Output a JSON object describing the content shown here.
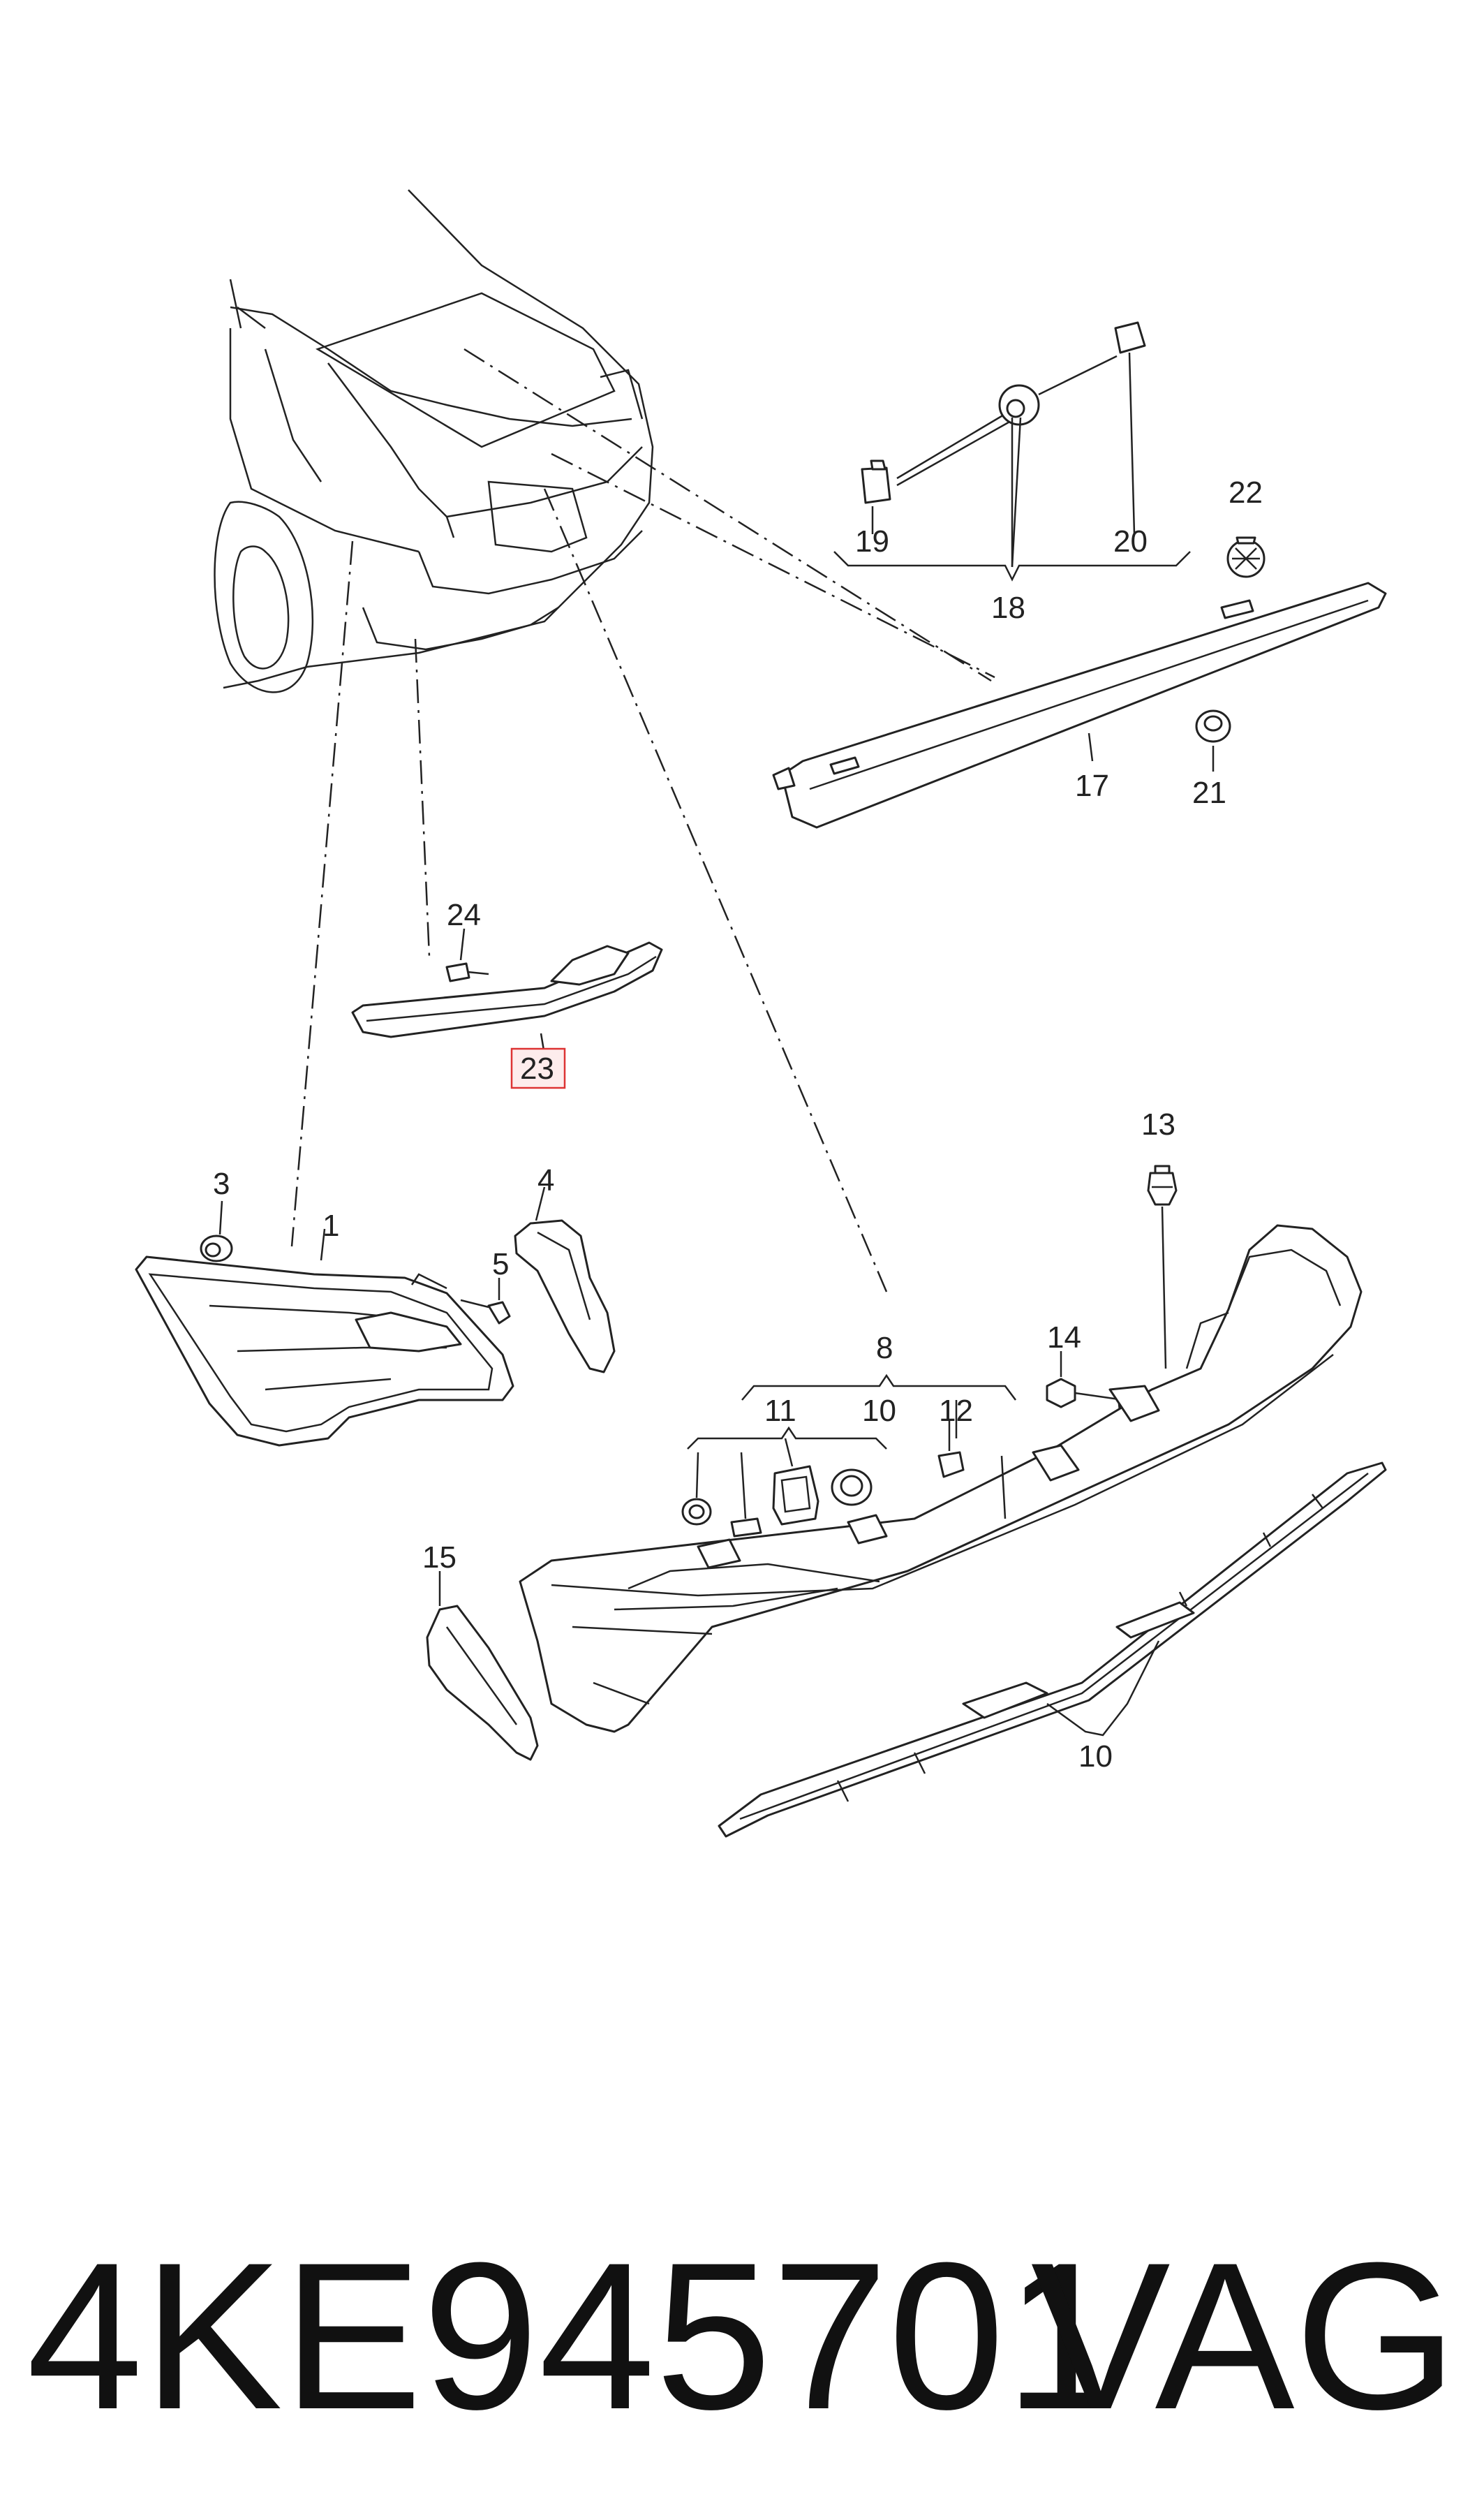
{
  "diagram": {
    "callouts": {
      "c1": "1",
      "c3": "3",
      "c4": "4",
      "c5": "5",
      "c8": "8",
      "c10a": "10",
      "c10b": "10",
      "c11": "11",
      "c12": "12",
      "c13": "13",
      "c14": "14",
      "c15": "15",
      "c17": "17",
      "c18": "18",
      "c19": "19",
      "c20": "20",
      "c21": "21",
      "c22": "22",
      "c23": "23",
      "c24": "24"
    },
    "highlighted_part": "23",
    "highlight_color": "#d33333"
  },
  "footer": {
    "part_number": "4KE945701",
    "brand": "VAG"
  }
}
